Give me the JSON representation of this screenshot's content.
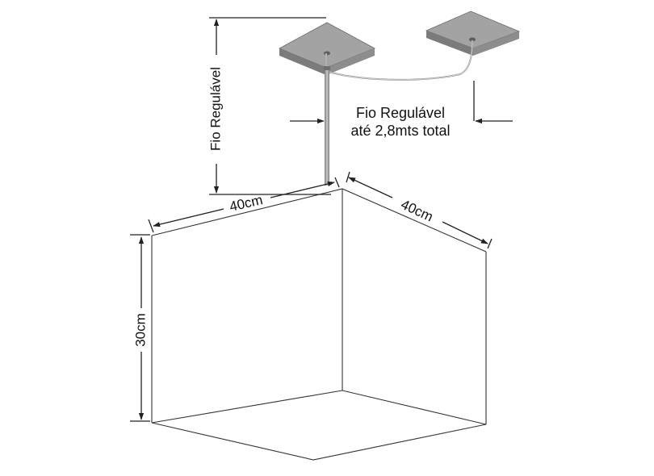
{
  "labels": {
    "width_left": "40cm",
    "width_right": "40cm",
    "height": "30cm",
    "cable_vertical": "Fio Regulável",
    "cable_note_line1": "Fio Regulável",
    "cable_note_line2": "até 2,8mts total"
  },
  "colors": {
    "canopy_top": "#a3a3a3",
    "canopy_front": "#7b7b7b",
    "canopy_side": "#8d8d8d",
    "rod": "#9a9a9a",
    "lines": "#222222",
    "background": "#ffffff"
  }
}
